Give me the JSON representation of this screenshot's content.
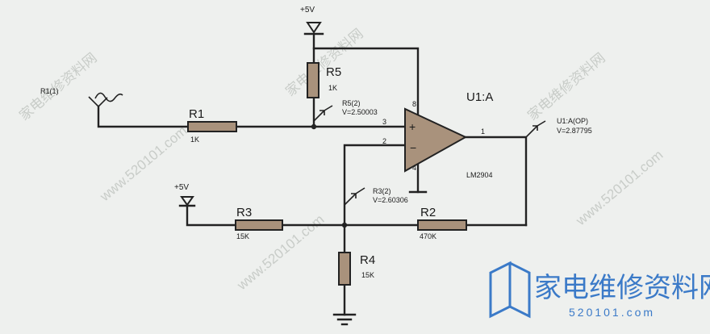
{
  "supply": {
    "top": "+5V",
    "left": "+5V"
  },
  "source": {
    "label": "R1(1)"
  },
  "resistors": [
    {
      "id": "r1",
      "name": "R1",
      "value": "1K"
    },
    {
      "id": "r5",
      "name": "R5",
      "value": "1K"
    },
    {
      "id": "r3",
      "name": "R3",
      "value": "15K"
    },
    {
      "id": "r2",
      "name": "R2",
      "value": "470K"
    },
    {
      "id": "r4",
      "name": "R4",
      "value": "15K"
    }
  ],
  "opamp": {
    "ref": "U1:A",
    "part": "LM2904",
    "pins": {
      "in_plus": "3",
      "in_minus": "2",
      "out": "1",
      "vcc": "8",
      "gnd": "4"
    }
  },
  "probes": [
    {
      "id": "r5p",
      "name": "R5(2)",
      "reading": "V=2.50003"
    },
    {
      "id": "r3p",
      "name": "R3(2)",
      "reading": "V=2.60306"
    },
    {
      "id": "outp",
      "name": "U1:A(OP)",
      "reading": "V=2.87795"
    }
  ],
  "watermark": {
    "text": "家电维修资料网",
    "url": "www.520101.com",
    "logo_text": "家电维修资料网",
    "logo_url": "520101.com"
  },
  "colors": {
    "background": "#eef0ee",
    "wire": "#222222",
    "resistor_fill": "#a9927c",
    "logo": "#3b7ac8"
  }
}
